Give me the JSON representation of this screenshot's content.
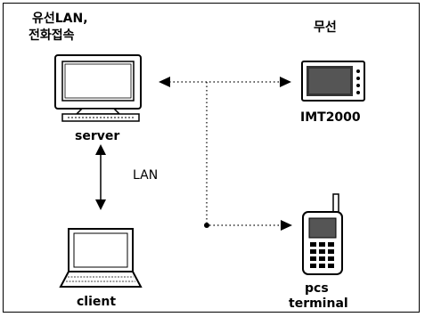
{
  "labels": {
    "wired_line1": "유선LAN,",
    "wired_line2": "전화접속",
    "wireless": "무선",
    "server": "server",
    "imt": "IMT2000",
    "lan": "LAN",
    "client": "client",
    "pcs_line1": "pcs",
    "pcs_line2": "terminal"
  },
  "icons": {
    "server": "desktop-computer-icon",
    "imt": "imt2000-device-icon",
    "client": "laptop-icon",
    "pcs": "mobile-phone-icon"
  },
  "colors": {
    "stroke": "#000000",
    "screen": "#ffffff",
    "shade": "#555555"
  }
}
